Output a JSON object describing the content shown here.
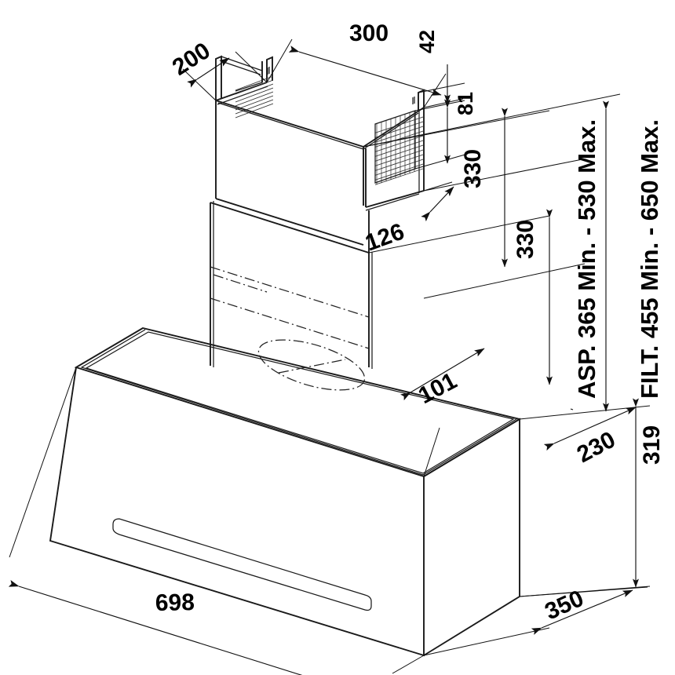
{
  "drawing": {
    "title": "Cooker hood installation dimension drawing",
    "units": "mm",
    "projection": "isometric",
    "background_color": "#ffffff",
    "line_color": "#1a1a1a"
  },
  "dimensions": {
    "chimney_depth": "200",
    "chimney_width": "300",
    "top_bracket_offset": "42",
    "vent_height": "81",
    "chimney_lower_offset": "126",
    "chimney_section_a": "330",
    "chimney_section_b": "330",
    "duct_offset": "101",
    "canopy_top_depth": "230",
    "canopy_height": "319",
    "canopy_depth": "350",
    "canopy_width": "698"
  },
  "range_labels": {
    "asp": "ASP. 365 Min. - 530 Max.",
    "filt": "FILT. 455 Min. - 650 Max."
  },
  "features": {
    "vent_grille": "louvered-vent-grille",
    "duct_outlet": "duct-outlet-circle",
    "handle_slot": "handle-slot",
    "chimney_upper": "chimney-upper-section",
    "chimney_lower": "chimney-lower-section",
    "canopy_body": "canopy-body"
  }
}
